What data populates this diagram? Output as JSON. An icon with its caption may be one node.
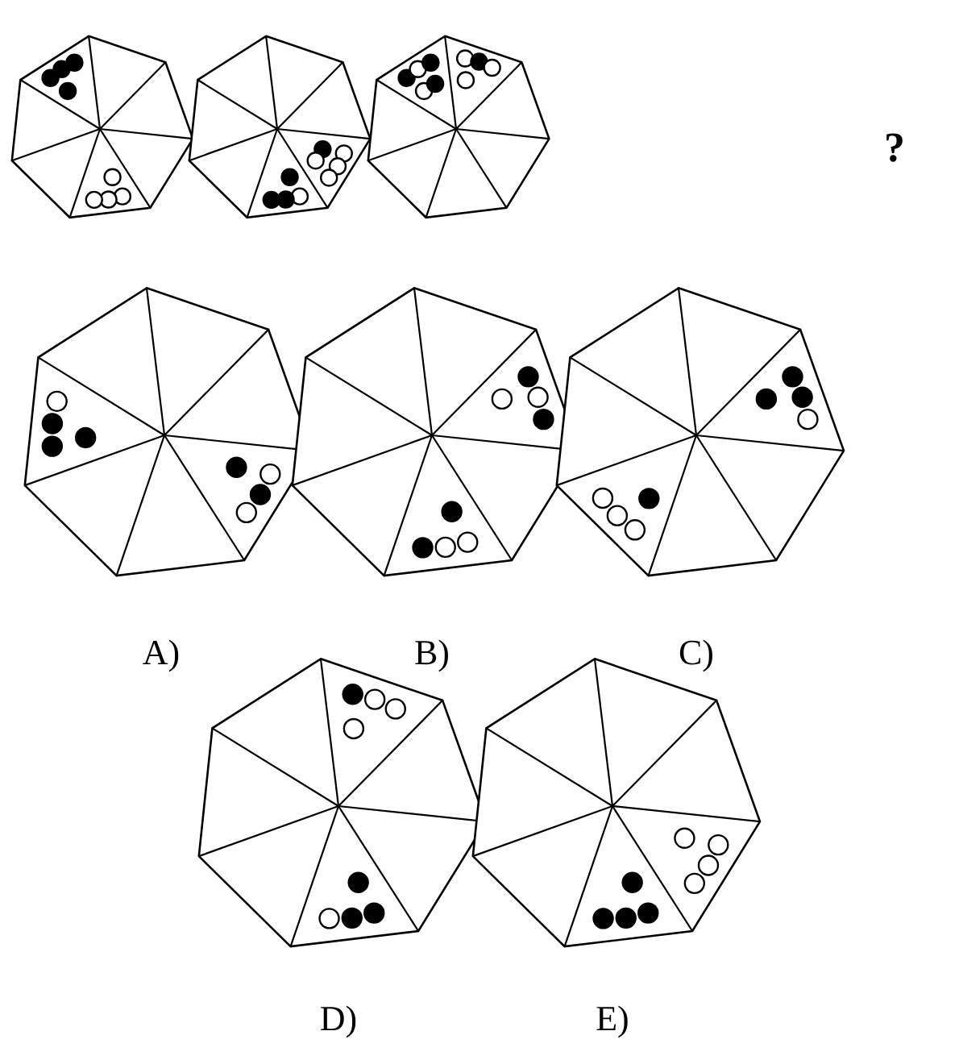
{
  "diagram": {
    "labels": [
      "?",
      "A)",
      "B)",
      "C)",
      "D)",
      "E)"
    ]
  }
}
